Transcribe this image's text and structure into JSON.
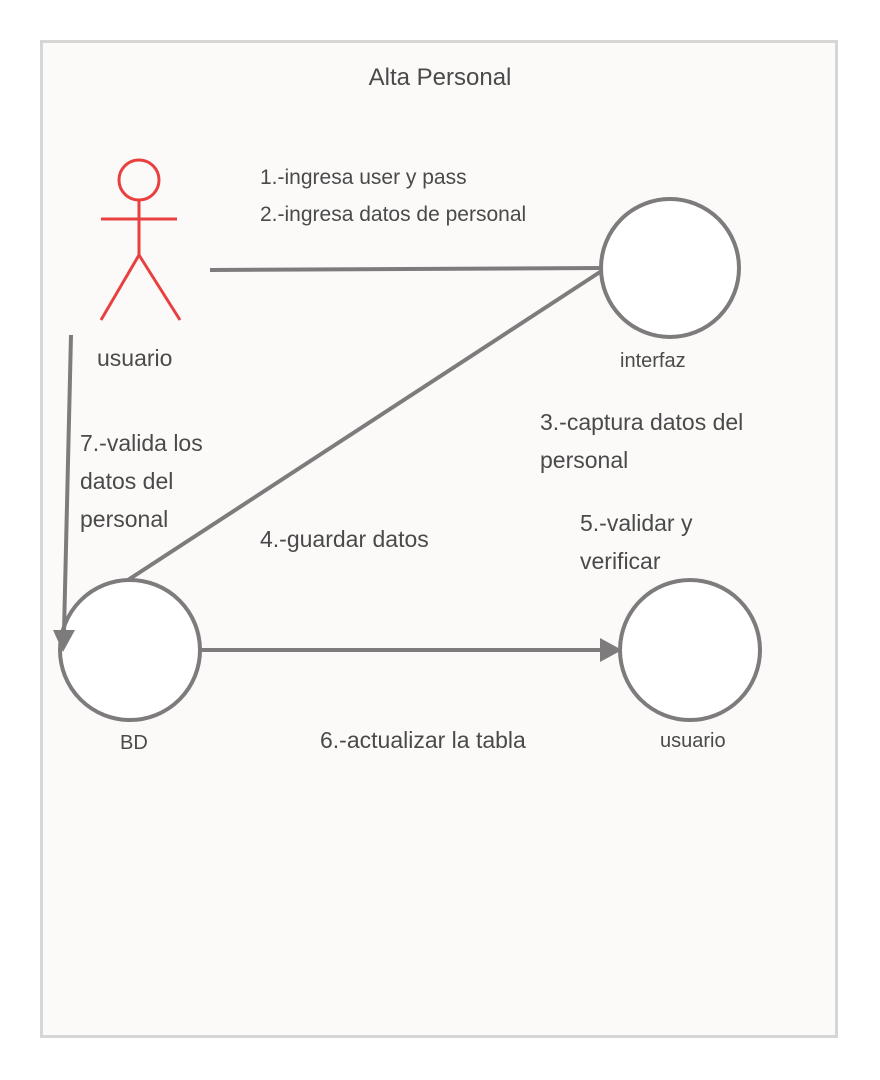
{
  "diagram": {
    "title": "Alta Personal",
    "actor": {
      "label": "usuario",
      "color": "#e8403f"
    },
    "nodes": {
      "interfaz": "interfaz",
      "bd": "BD",
      "usuario": "usuario"
    },
    "messages": {
      "m1": "1.-ingresa user y pass",
      "m2": "2.-ingresa datos de personal",
      "m3": "3.-captura datos del\npersonal",
      "m4": "4.-guardar datos",
      "m5": "5.-validar y\nverificar",
      "m6": "6.-actualizar la tabla",
      "m7": "7.-valida los\ndatos del\npersonal"
    },
    "colors": {
      "line": "#7d7b7b",
      "text": "#4a4a4a",
      "background": "#fbfaf9",
      "frame_border": "#d6d6d6"
    }
  }
}
